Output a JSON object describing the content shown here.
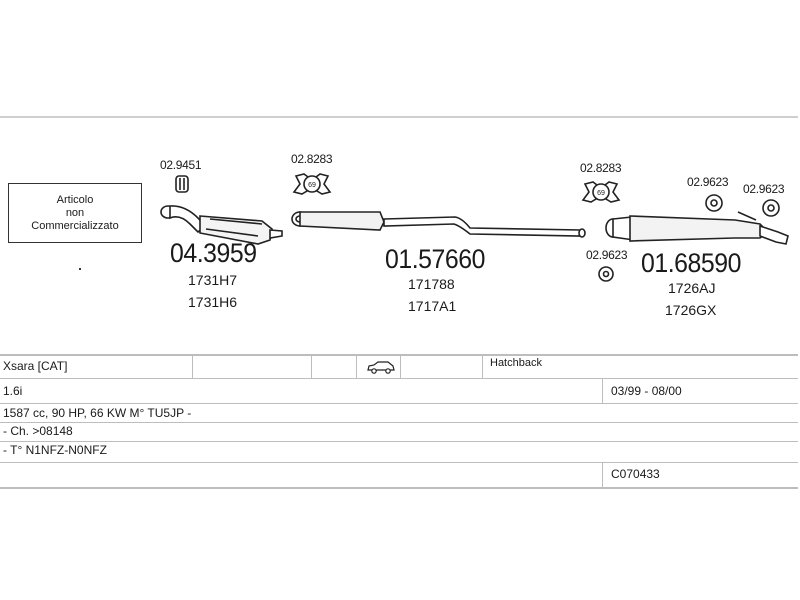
{
  "note": {
    "lines": [
      "Articolo",
      "non",
      "Commercializzato"
    ]
  },
  "parts": {
    "front": {
      "code": "04.3959",
      "refs": [
        "1731H7",
        "1731H6"
      ],
      "clamp": "02.9451"
    },
    "middle": {
      "code": "01.57660",
      "refs": [
        "171788",
        "1717A1"
      ],
      "gasket": "02.8283"
    },
    "rear": {
      "code": "01.68590",
      "refs": [
        "1726AJ",
        "1726GX"
      ],
      "gasket": "02.8283",
      "rubber_a": "02.9623",
      "rubber_b": "02.9623",
      "rubber_c": "02.9623"
    },
    "gasket_size": "69"
  },
  "table": {
    "model": "Xsara  [CAT]",
    "body": "Hatchback",
    "engine": "1.6i",
    "years": "03/99 - 08/00",
    "spec": "1587 cc, 90 HP, 66 KW M° TU5JP -",
    "chassis": "- Ch. >08148",
    "type": "- T° N1NFZ-N0NFZ",
    "catalog": "C070433"
  },
  "icons": {
    "car": "car-icon",
    "clamp": "clamp-icon",
    "gasket": "gasket-icon",
    "rubber": "rubber-mount-icon"
  }
}
